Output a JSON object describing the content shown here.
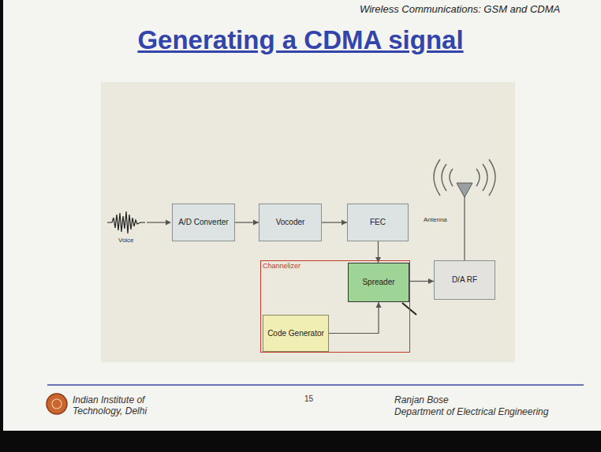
{
  "diagram": {
    "title": "Generating a CDMA signal",
    "nodes": [
      {
        "text": [
          "A/D Converter"
        ]
      },
      {
        "text": [
          "Vocoder"
        ]
      },
      {
        "text": [
          "FEC"
        ]
      },
      {
        "text": [
          "Channelizer"
        ]
      },
      {
        "text": [
          "Spreader"
        ],
        "in": 3
      },
      {
        "text": [
          "Code Generator"
        ],
        "in": 3
      },
      {
        "text": [
          "D/A RF"
        ]
      }
    ],
    "edges": [
      {
        "from": 0,
        "to": 1,
        "arrow": "to"
      },
      {
        "from": 1,
        "to": 2,
        "arrow": "to"
      },
      {
        "from": 2,
        "to": 4,
        "arrow": "to"
      },
      {
        "from": 5,
        "to": 4,
        "arrow": "to"
      },
      {
        "from": 4,
        "to": 6,
        "arrow": "to"
      }
    ],
    "labels": [
      "Wireless Communications: GSM and CDMA",
      "Voice",
      "Antenna",
      "Indian Institute of Technology, Delhi",
      "15",
      "Ranjan Bose",
      "Department of Electrical Engineering"
    ]
  }
}
